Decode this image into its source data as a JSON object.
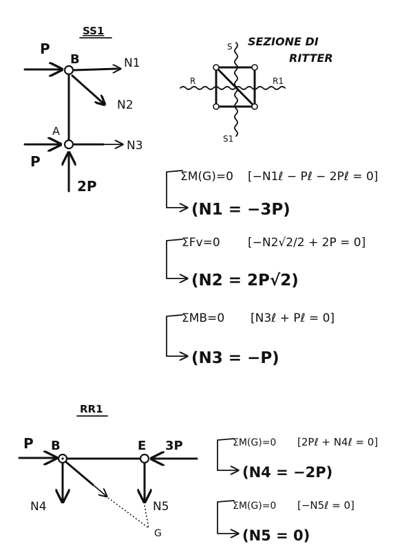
{
  "ss1": {
    "title": "SS1",
    "load_top": "P",
    "load_bottom": "P",
    "load_up": "2P",
    "node_b": "B",
    "node_a": "A",
    "n1": "N1",
    "n2": "N2",
    "n3": "N3"
  },
  "ritter": {
    "title_line1": "SEZIONE DI",
    "title_line2": "RITTER",
    "s_top": "S",
    "s_bottom": "S1",
    "r_left": "R",
    "r_right": "R1"
  },
  "equations": {
    "eq1_condition": "ΣM(G)=0",
    "eq1_expr": "[−N1ℓ − Pℓ − 2Pℓ = 0]",
    "eq1_result": "(N1 = −3P)",
    "eq2_condition": "ΣFv=0",
    "eq2_expr": "[−N2√2/2 + 2P = 0]",
    "eq2_result": "(N2 = 2P√2)",
    "eq3_condition": "ΣMB=0",
    "eq3_expr": "[N3ℓ + Pℓ = 0]",
    "eq3_result": "(N3 = −P)"
  },
  "rr1": {
    "title": "RR1",
    "load_left": "P",
    "load_right": "3P",
    "node_b": "B",
    "node_e": "E",
    "node_g": "G",
    "n4": "N4",
    "n5": "N5",
    "eq4_condition": "ΣM(G)=0",
    "eq4_expr": "[2Pℓ + N4ℓ = 0]",
    "eq4_result": "(N4 = −2P)",
    "eq5_condition": "ΣM(G)=0",
    "eq5_expr": "[−N5ℓ = 0]",
    "eq5_result": "(N5 = 0)"
  }
}
